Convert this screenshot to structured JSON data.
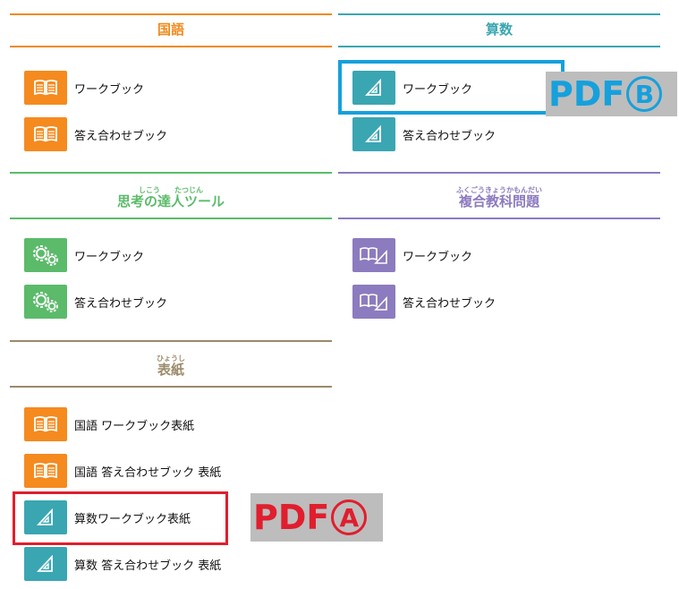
{
  "sections": {
    "kokugo": {
      "title": "国語",
      "color": "#f08a1b",
      "items": [
        {
          "label": "ワークブック"
        },
        {
          "label": "答え合わせブック"
        }
      ]
    },
    "sansu": {
      "title": "算数",
      "color": "#3aa6b2",
      "items": [
        {
          "label": "ワークブック"
        },
        {
          "label": "答え合わせブック"
        }
      ]
    },
    "shiko": {
      "title": "思考の達人ツール",
      "ruby": "しこう　　たつじん",
      "color": "#5bbb6a",
      "items": [
        {
          "label": "ワークブック"
        },
        {
          "label": "答え合わせブック"
        }
      ]
    },
    "fukugo": {
      "title": "複合教科問題",
      "ruby": "ふくごうきょうかもんだい",
      "color": "#8c7bbf",
      "items": [
        {
          "label": "ワークブック"
        },
        {
          "label": "答え合わせブック"
        }
      ]
    },
    "hyoshi": {
      "title": "表紙",
      "ruby": "ひょうし",
      "color": "#9b8a6a",
      "items": [
        {
          "label": "国語 ワークブック表紙"
        },
        {
          "label": "国語 答え合わせブック 表紙"
        },
        {
          "label": "算数ワークブック表紙"
        },
        {
          "label": "算数 答え合わせブック 表紙"
        }
      ]
    }
  },
  "badges": {
    "a": {
      "text": "PDF",
      "letter": "A",
      "color": "#e01e2e"
    },
    "b": {
      "text": "PDF",
      "letter": "B",
      "color": "#16a0dc"
    }
  },
  "icons": {
    "kokugo": "open-book-icon",
    "sansu": "triangle-ruler-icon",
    "shiko": "gears-icon",
    "fukugo": "book-ruler-icon"
  }
}
